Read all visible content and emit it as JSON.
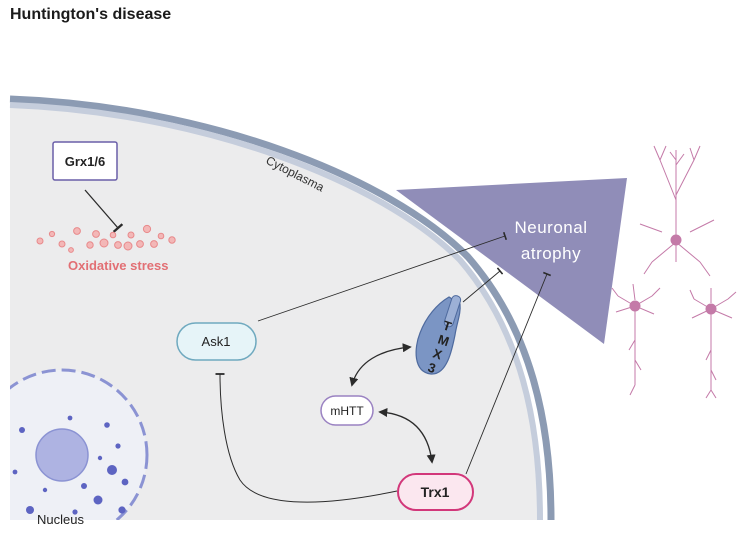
{
  "title": "Huntington's disease",
  "labels": {
    "cytoplasma": "Cytoplasma",
    "neuronal_line1": "Neuronal",
    "neuronal_line2": "atrophy",
    "grx": "Grx1/6",
    "oxidative": "Oxidative stress",
    "ask1": "Ask1",
    "mhtt": "mHTT",
    "trx1": "Trx1",
    "tmx_t": "T",
    "tmx_m": "M",
    "tmx_x": "X",
    "tmx_3": "3",
    "nucleus": "Nucleus"
  },
  "colors": {
    "cell_fill": "#ececed",
    "membrane_outer": "#8c9bb3",
    "membrane_inner": "#c5cddc",
    "triangle": "#908db8",
    "grx_border": "#6a5ea8",
    "ask1_fill": "#e6f4f8",
    "ask1_border": "#6fa9bf",
    "mhtt_border": "#9a82c2",
    "trx1_border": "#d2377a",
    "trx1_fill": "#fbe7ef",
    "tmx3": "#7b95c4",
    "oxidative_dots": "#e8898b",
    "oxidative_text": "#e26f74",
    "nucleus": "#8b93d3",
    "neuron": "#c47aa8"
  }
}
